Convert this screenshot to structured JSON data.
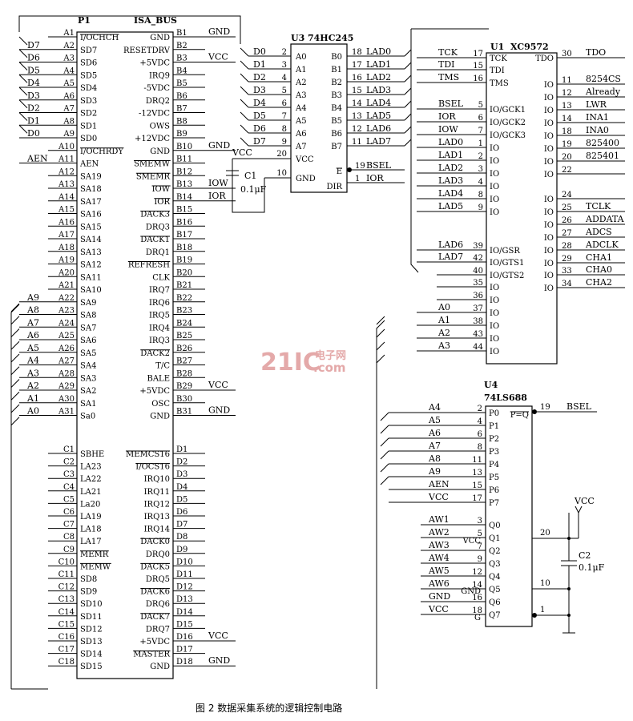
{
  "caption": "图 2  数据采集系统的逻辑控制电路",
  "watermark": {
    "main": "21IC",
    "cn": "电子网",
    "url": ".com"
  },
  "p1": {
    "ref": "P1",
    "name": "ISA_BUS",
    "a_pins": [
      {
        "pin": "A1",
        "sig": "I/OCHCH",
        "bar": true
      },
      {
        "pin": "A2",
        "sig": "SD7",
        "net": "D7"
      },
      {
        "pin": "A3",
        "sig": "SD6",
        "net": "D6"
      },
      {
        "pin": "A4",
        "sig": "SD5",
        "net": "D5"
      },
      {
        "pin": "A5",
        "sig": "SD4",
        "net": "D4"
      },
      {
        "pin": "A6",
        "sig": "SD3",
        "net": "D3"
      },
      {
        "pin": "A7",
        "sig": "SD2",
        "net": "D2"
      },
      {
        "pin": "A8",
        "sig": "SD1",
        "net": "D1"
      },
      {
        "pin": "A9",
        "sig": "SD0",
        "net": "D0"
      },
      {
        "pin": "A10",
        "sig": "I/OCHRDY",
        "bar": true
      },
      {
        "pin": "A11",
        "sig": "AEN",
        "net": "AEN"
      },
      {
        "pin": "A12",
        "sig": "SA19"
      },
      {
        "pin": "A13",
        "sig": "SA18"
      },
      {
        "pin": "A14",
        "sig": "SA17"
      },
      {
        "pin": "A15",
        "sig": "SA16"
      },
      {
        "pin": "A16",
        "sig": "SA15"
      },
      {
        "pin": "A17",
        "sig": "SA14"
      },
      {
        "pin": "A18",
        "sig": "SA13"
      },
      {
        "pin": "A19",
        "sig": "SA12"
      },
      {
        "pin": "A20",
        "sig": "SA11"
      },
      {
        "pin": "A21",
        "sig": "SA10"
      },
      {
        "pin": "A22",
        "sig": "SA9",
        "net": "A9"
      },
      {
        "pin": "A23",
        "sig": "SA8",
        "net": "A8"
      },
      {
        "pin": "A24",
        "sig": "SA7",
        "net": "A7"
      },
      {
        "pin": "A25",
        "sig": "SA6",
        "net": "A6"
      },
      {
        "pin": "A26",
        "sig": "SA5",
        "net": "A5"
      },
      {
        "pin": "A27",
        "sig": "SA4",
        "net": "A4"
      },
      {
        "pin": "A28",
        "sig": "SA3",
        "net": "A3"
      },
      {
        "pin": "A29",
        "sig": "SA2",
        "net": "A2"
      },
      {
        "pin": "A30",
        "sig": "SA1",
        "net": "A1"
      },
      {
        "pin": "A31",
        "sig": "Sa0",
        "net": "A0"
      }
    ],
    "b_pins": [
      {
        "pin": "B1",
        "sig": "GND",
        "net": "GND"
      },
      {
        "pin": "B2",
        "sig": "RESETDRV"
      },
      {
        "pin": "B3",
        "sig": "+5VDC",
        "net": "VCC"
      },
      {
        "pin": "B4",
        "sig": "IRQ9"
      },
      {
        "pin": "B5",
        "sig": "-5VDC"
      },
      {
        "pin": "B6",
        "sig": "DRQ2"
      },
      {
        "pin": "B7",
        "sig": "-12VDC"
      },
      {
        "pin": "B8",
        "sig": "OWS"
      },
      {
        "pin": "B9",
        "sig": "+12VDC"
      },
      {
        "pin": "B10",
        "sig": "GND",
        "net": "GND"
      },
      {
        "pin": "B11",
        "sig": "SMEMW",
        "bar": true
      },
      {
        "pin": "B12",
        "sig": "SMEMR",
        "bar": true
      },
      {
        "pin": "B13",
        "sig": "IOW",
        "bar": true,
        "net": "IOW"
      },
      {
        "pin": "B14",
        "sig": "IOR",
        "bar": true,
        "net": "IOR"
      },
      {
        "pin": "B15",
        "sig": "DACK3",
        "bar": true
      },
      {
        "pin": "B16",
        "sig": "DRQ3"
      },
      {
        "pin": "B17",
        "sig": "DACK1",
        "bar": true
      },
      {
        "pin": "B18",
        "sig": "DRQ1"
      },
      {
        "pin": "B19",
        "sig": "REFRESH",
        "bar": true
      },
      {
        "pin": "B20",
        "sig": "CLK"
      },
      {
        "pin": "B21",
        "sig": "IRQ7"
      },
      {
        "pin": "B22",
        "sig": "IRQ6"
      },
      {
        "pin": "B23",
        "sig": "IRQ5"
      },
      {
        "pin": "B24",
        "sig": "IRQ4"
      },
      {
        "pin": "B25",
        "sig": "IRQ3"
      },
      {
        "pin": "B26",
        "sig": "DACK2",
        "bar": true
      },
      {
        "pin": "B27",
        "sig": "T/C"
      },
      {
        "pin": "B28",
        "sig": "BALE"
      },
      {
        "pin": "B29",
        "sig": "+5VDC",
        "net": "VCC"
      },
      {
        "pin": "B30",
        "sig": "OSC"
      },
      {
        "pin": "B31",
        "sig": "GND",
        "net": "GND"
      }
    ],
    "c_pins": [
      {
        "pin": "C1",
        "sig": "SBHE"
      },
      {
        "pin": "C2",
        "sig": "LA23"
      },
      {
        "pin": "C3",
        "sig": "LA22"
      },
      {
        "pin": "C4",
        "sig": "LA21"
      },
      {
        "pin": "C5",
        "sig": "La20"
      },
      {
        "pin": "C6",
        "sig": "LA19"
      },
      {
        "pin": "C7",
        "sig": "LA18"
      },
      {
        "pin": "C8",
        "sig": "LA17"
      },
      {
        "pin": "C9",
        "sig": "MEMR",
        "bar": true
      },
      {
        "pin": "C10",
        "sig": "MEMW",
        "bar": true
      },
      {
        "pin": "C11",
        "sig": "SD8"
      },
      {
        "pin": "C12",
        "sig": "SD9"
      },
      {
        "pin": "C13",
        "sig": "SD10"
      },
      {
        "pin": "C14",
        "sig": "SD11"
      },
      {
        "pin": "C15",
        "sig": "SD12"
      },
      {
        "pin": "C16",
        "sig": "SD13"
      },
      {
        "pin": "C17",
        "sig": "SD14"
      },
      {
        "pin": "C18",
        "sig": "SD15"
      }
    ],
    "d_pins": [
      {
        "pin": "D1",
        "sig": "MEMCS16",
        "bar": true
      },
      {
        "pin": "D2",
        "sig": "I/OCS16",
        "bar": true
      },
      {
        "pin": "D3",
        "sig": "IRQ10"
      },
      {
        "pin": "D4",
        "sig": "IRQ11"
      },
      {
        "pin": "D5",
        "sig": "IRQ12"
      },
      {
        "pin": "D6",
        "sig": "IRQ13"
      },
      {
        "pin": "D7",
        "sig": "IRQ14"
      },
      {
        "pin": "D8",
        "sig": "DACK0",
        "bar": true
      },
      {
        "pin": "D9",
        "sig": "DRQ0"
      },
      {
        "pin": "D10",
        "sig": "DACK5",
        "bar": true
      },
      {
        "pin": "D11",
        "sig": "DRQ5"
      },
      {
        "pin": "D12",
        "sig": "DACK6",
        "bar": true
      },
      {
        "pin": "D13",
        "sig": "DRQ6"
      },
      {
        "pin": "D14",
        "sig": "DACK7",
        "bar": true
      },
      {
        "pin": "D15",
        "sig": "DRQ7"
      },
      {
        "pin": "D16",
        "sig": "+5VDC",
        "net": "VCC"
      },
      {
        "pin": "D17",
        "sig": "MASTER",
        "bar": true
      },
      {
        "pin": "D18",
        "sig": "GND",
        "net": "GND"
      }
    ]
  },
  "u3": {
    "ref": "U3",
    "part": "74HC245",
    "inputs": [
      {
        "net": "D0",
        "pin": "2",
        "sig": "A0"
      },
      {
        "net": "D1",
        "pin": "3",
        "sig": "A1"
      },
      {
        "net": "D2",
        "pin": "4",
        "sig": "A2"
      },
      {
        "net": "D3",
        "pin": "5",
        "sig": "A3"
      },
      {
        "net": "D4",
        "pin": "6",
        "sig": "A4"
      },
      {
        "net": "D5",
        "pin": "7",
        "sig": "A5"
      },
      {
        "net": "D6",
        "pin": "8",
        "sig": "A6"
      },
      {
        "net": "D7",
        "pin": "9",
        "sig": "A7"
      }
    ],
    "outputs": [
      {
        "sig": "B0",
        "pin": "18",
        "net": "LAD0"
      },
      {
        "sig": "B1",
        "pin": "17",
        "net": "LAD1"
      },
      {
        "sig": "B2",
        "pin": "16",
        "net": "LAD2"
      },
      {
        "sig": "B3",
        "pin": "15",
        "net": "LAD3"
      },
      {
        "sig": "B4",
        "pin": "14",
        "net": "LAD4"
      },
      {
        "sig": "B5",
        "pin": "13",
        "net": "LAD5"
      },
      {
        "sig": "B6",
        "pin": "12",
        "net": "LAD6"
      },
      {
        "sig": "B7",
        "pin": "11",
        "net": "LAD7"
      }
    ],
    "vcc": {
      "net": "VCC",
      "pin": "20",
      "sig": "VCC"
    },
    "gnd": {
      "pin": "10",
      "sig": "GND"
    },
    "e": {
      "sig": "E",
      "pin": "19",
      "net": "BSEL"
    },
    "dir": {
      "sig": "DIR",
      "pin": "1",
      "net": "IOR"
    }
  },
  "c1": {
    "ref": "C1",
    "value": "0.1μF"
  },
  "u1": {
    "ref": "U1",
    "part": "XC9572",
    "left": [
      {
        "net": "TCK",
        "pin": "17",
        "sig": "TCK"
      },
      {
        "net": "TDI",
        "pin": "15",
        "sig": "TDI"
      },
      {
        "net": "TMS",
        "pin": "16",
        "sig": "TMS"
      },
      {
        "net": "BSEL",
        "pin": "5",
        "sig": "IO/GCK1"
      },
      {
        "net": "IOR",
        "pin": "6",
        "sig": "IO/GCK2"
      },
      {
        "net": "IOW",
        "pin": "7",
        "sig": "IO/GCK3"
      },
      {
        "net": "LAD0",
        "pin": "1",
        "sig": "IO"
      },
      {
        "net": "LAD1",
        "pin": "2",
        "sig": "IO"
      },
      {
        "net": "LAD2",
        "pin": "3",
        "sig": "IO"
      },
      {
        "net": "LAD3",
        "pin": "4",
        "sig": "IO"
      },
      {
        "net": "LAD4",
        "pin": "8",
        "sig": "IO"
      },
      {
        "net": "LAD5",
        "pin": "9",
        "sig": "IO"
      },
      {
        "net": "LAD6",
        "pin": "39",
        "sig": "IO/GSR"
      },
      {
        "net": "LAD7",
        "pin": "42",
        "sig": "IO/GTS1"
      },
      {
        "net": "",
        "pin": "40",
        "sig": "IO/GTS2"
      },
      {
        "net": "",
        "pin": "35",
        "sig": "IO"
      },
      {
        "net": "",
        "pin": "36",
        "sig": "IO"
      },
      {
        "net": "A0",
        "pin": "37",
        "sig": "IO"
      },
      {
        "net": "A1",
        "pin": "38",
        "sig": "IO"
      },
      {
        "net": "A2",
        "pin": "43",
        "sig": "IO"
      },
      {
        "net": "A3",
        "pin": "44",
        "sig": "IO"
      }
    ],
    "right": [
      {
        "sig": "TDO",
        "pin": "30",
        "net": "TDO"
      },
      {
        "sig": "IO",
        "pin": "11",
        "net": "8254CS"
      },
      {
        "sig": "IO",
        "pin": "12",
        "net": "Already"
      },
      {
        "sig": "IO",
        "pin": "13",
        "net": "LWR"
      },
      {
        "sig": "IO",
        "pin": "14",
        "net": "INA1"
      },
      {
        "sig": "IO",
        "pin": "18",
        "net": "INA0"
      },
      {
        "sig": "IO",
        "pin": "19",
        "net": "825400"
      },
      {
        "sig": "IO",
        "pin": "20",
        "net": "825401"
      },
      {
        "sig": "IO",
        "pin": "22",
        "net": ""
      },
      {
        "sig": "IO",
        "pin": "24",
        "net": ""
      },
      {
        "sig": "IO",
        "pin": "25",
        "net": "TCLK"
      },
      {
        "sig": "IO",
        "pin": "26",
        "net": "ADDATA"
      },
      {
        "sig": "IO",
        "pin": "27",
        "net": "ADCS"
      },
      {
        "sig": "IO",
        "pin": "28",
        "net": "ADCLK"
      },
      {
        "sig": "IO",
        "pin": "29",
        "net": "CHA1"
      },
      {
        "sig": "IO",
        "pin": "33",
        "net": "CHA0"
      },
      {
        "sig": "IO",
        "pin": "34",
        "net": "CHA2"
      }
    ]
  },
  "u4": {
    "ref": "U4",
    "part": "74LS688",
    "p_pins": [
      {
        "net": "A4",
        "pin": "2",
        "sig": "P0"
      },
      {
        "net": "A5",
        "pin": "4",
        "sig": "P1"
      },
      {
        "net": "A6",
        "pin": "6",
        "sig": "P2"
      },
      {
        "net": "A7",
        "pin": "8",
        "sig": "P3"
      },
      {
        "net": "A8",
        "pin": "11",
        "sig": "P4"
      },
      {
        "net": "A9",
        "pin": "13",
        "sig": "P5"
      },
      {
        "net": "AEN",
        "pin": "15",
        "sig": "P6"
      },
      {
        "net": "VCC",
        "pin": "17",
        "sig": "P7"
      }
    ],
    "q_pins": [
      {
        "net": "AW1",
        "pin": "3",
        "sig": "Q0"
      },
      {
        "net": "AW2",
        "pin": "5",
        "sig": "Q1"
      },
      {
        "net": "AW3",
        "pin": "7",
        "sig": "Q2"
      },
      {
        "net": "AW4",
        "pin": "9",
        "sig": "Q3"
      },
      {
        "net": "AW5",
        "pin": "12",
        "sig": "Q4"
      },
      {
        "net": "AW6",
        "pin": "14",
        "sig": "Q5"
      },
      {
        "net": "GND",
        "pin": "16",
        "sig": "Q6"
      },
      {
        "net": "VCC",
        "pin": "18",
        "sig": "Q7"
      }
    ],
    "out": {
      "sig": "P=Q",
      "pin": "19",
      "net": "BSEL"
    },
    "vcc": {
      "sig": "VCC",
      "pin": "20"
    },
    "gnd": {
      "sig": "GND",
      "pin": "10"
    },
    "g": {
      "sig": "G",
      "pin": "1"
    }
  },
  "c2": {
    "ref": "C2",
    "value": "0.1μF",
    "vcc_label": "VCC"
  }
}
